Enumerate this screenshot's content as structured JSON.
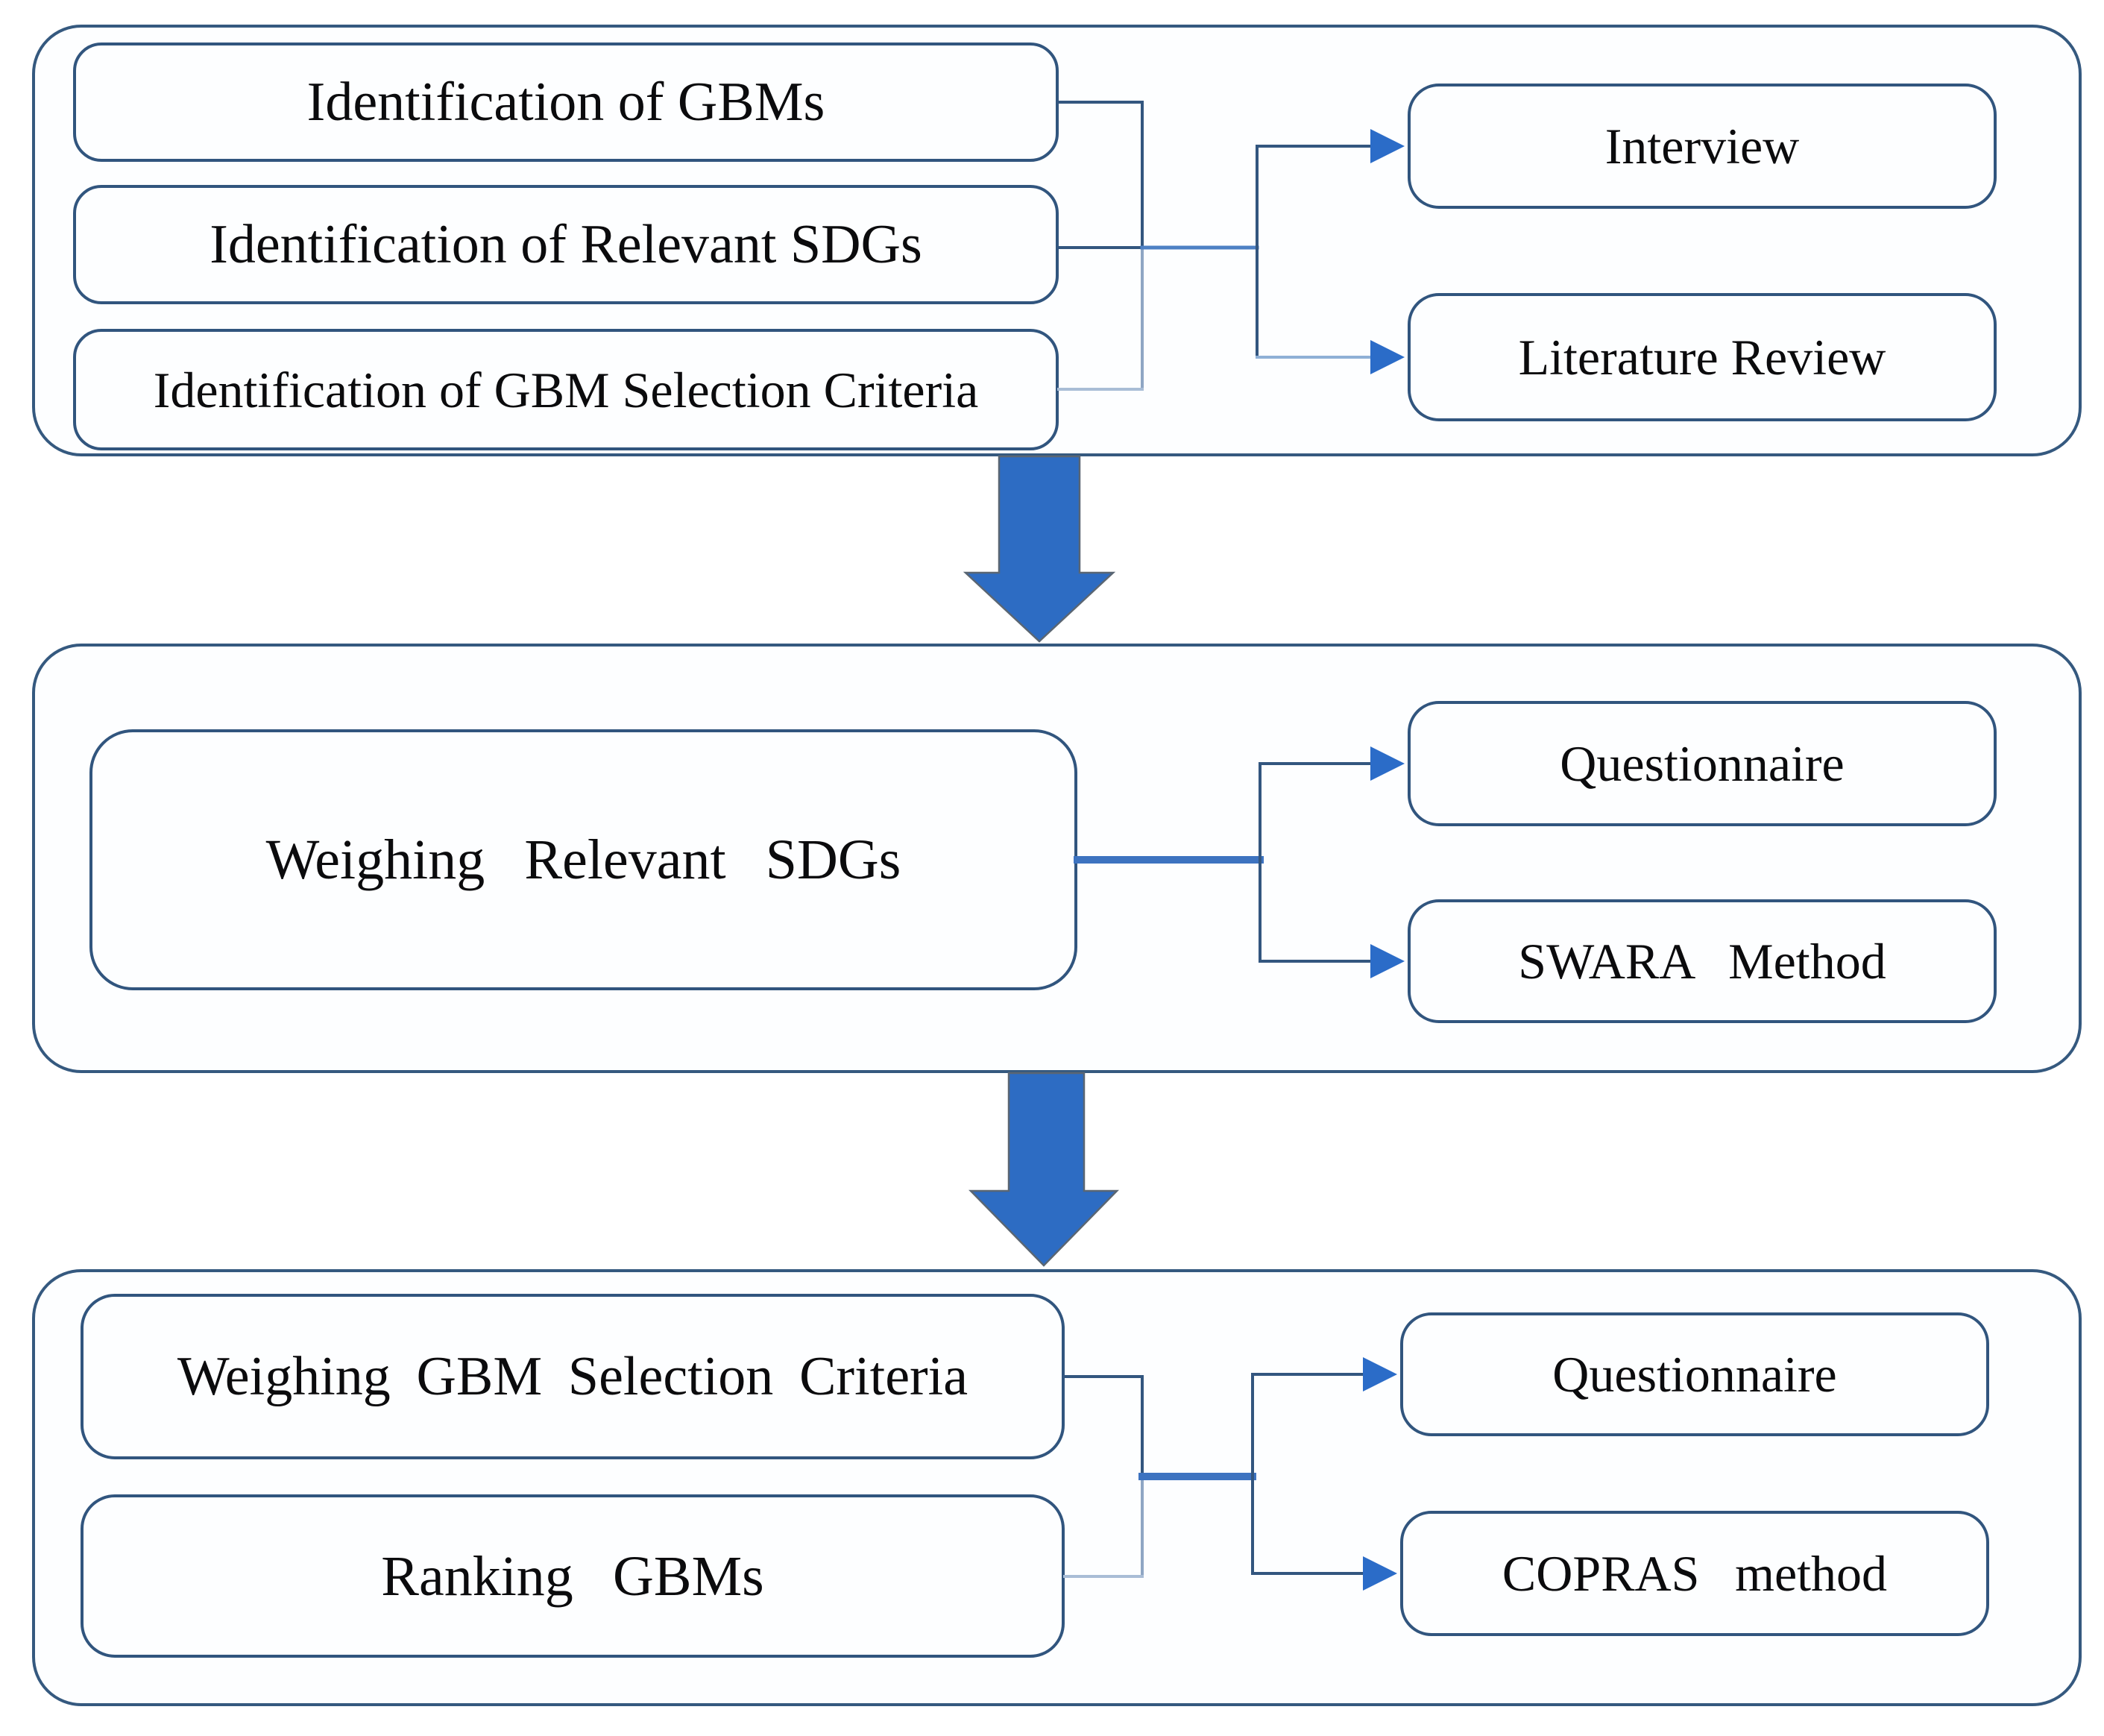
{
  "colors": {
    "container_border": "#35597f",
    "box_border": "#31557e",
    "text": "#0b0b0d",
    "connector_dark": "#33567f",
    "connector_mid": "#8fb0d6",
    "connector_light": "#a9bdd6",
    "connector_light2": "#8fa6c4",
    "connector_trunk": "#3d73c0",
    "connector_trunk_top": "#4d80c4",
    "arrowhead": "#2b6cc8",
    "flow_arrow_fill": "#2d6cc3",
    "flow_arrow_outline": "#5a6673"
  },
  "stage1": {
    "inputs": [
      "Identification of GBMs",
      "Identification of Relevant SDGs",
      "Identification of GBM Selection Criteria"
    ],
    "methods": [
      "Interview",
      "Literature Review"
    ]
  },
  "stage2": {
    "inputs": [
      "Weighing Relevant SDGs"
    ],
    "methods": [
      "Questionnaire",
      "SWARA Method"
    ]
  },
  "stage3": {
    "inputs": [
      "Weighing GBM Selection Criteria",
      "Ranking GBMs"
    ],
    "methods": [
      "Questionnaire",
      "COPRAS method"
    ]
  }
}
